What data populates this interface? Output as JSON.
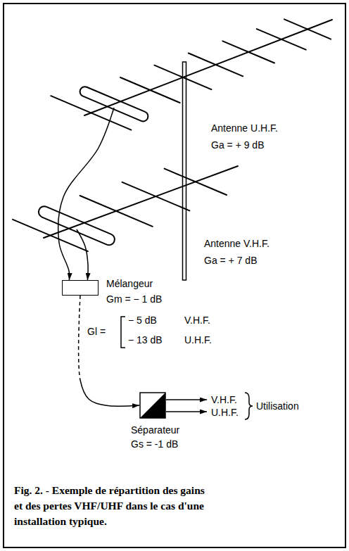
{
  "diagram": {
    "caption": "Fig. 2. - Exemple de répartition des gains et des pertes VHF/UHF dans le cas d'une installation typique.",
    "nodes": [
      {
        "text": [
          "Antenne U.H.F.",
          "Ga = + 9 dB"
        ]
      },
      {
        "text": [
          "Antenne V.H.F.",
          "Ga = + 7 dB"
        ]
      },
      {
        "text": [
          "Mélangeur",
          "Gm = − 1 dB"
        ]
      },
      {
        "text": [
          "Séparateur",
          "Gs = -1 dB"
        ]
      }
    ],
    "edges": [
      {
        "from": 0,
        "to": 2,
        "arrow": "to"
      },
      {
        "from": 1,
        "to": 2,
        "arrow": "to"
      },
      {
        "from": 2,
        "to": 3,
        "arrow": "to"
      }
    ],
    "labels": [
      "Gl =",
      "− 5 dB",
      "V.H.F.",
      "− 13 dB",
      "U.H.F.",
      "V.H.F.",
      "U.H.F.",
      "Utilisation"
    ]
  }
}
